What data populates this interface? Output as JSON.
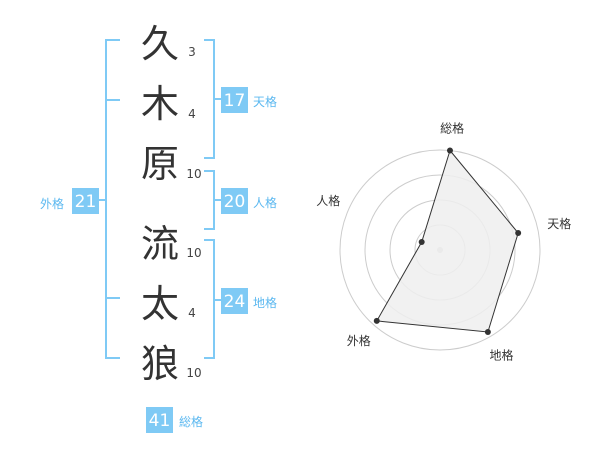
{
  "name": {
    "chars": [
      {
        "char": "久",
        "strokes": "3"
      },
      {
        "char": "木",
        "strokes": "4"
      },
      {
        "char": "原",
        "strokes": "10"
      },
      {
        "char": "流",
        "strokes": "10"
      },
      {
        "char": "太",
        "strokes": "4"
      },
      {
        "char": "狼",
        "strokes": "10"
      }
    ]
  },
  "scores": {
    "tenkaku": {
      "value": "17",
      "label": "天格"
    },
    "jinkaku": {
      "value": "20",
      "label": "人格"
    },
    "chikaku": {
      "value": "24",
      "label": "地格"
    },
    "gaikaku": {
      "value": "21",
      "label": "外格"
    },
    "soukaku": {
      "value": "41",
      "label": "総格"
    }
  },
  "colors": {
    "accent": "#7fcaf5",
    "accent_text": "#5bb8f0",
    "radar_fill": "#eeeeee",
    "ring": "#cccccc"
  },
  "chart_data": {
    "type": "radar",
    "axes": [
      "総格",
      "天格",
      "地格",
      "外格",
      "人格"
    ],
    "values": [
      41,
      17,
      24,
      21,
      20
    ],
    "normalized": [
      1.0,
      0.8,
      0.95,
      0.95,
      0.2
    ],
    "rings": 4
  }
}
